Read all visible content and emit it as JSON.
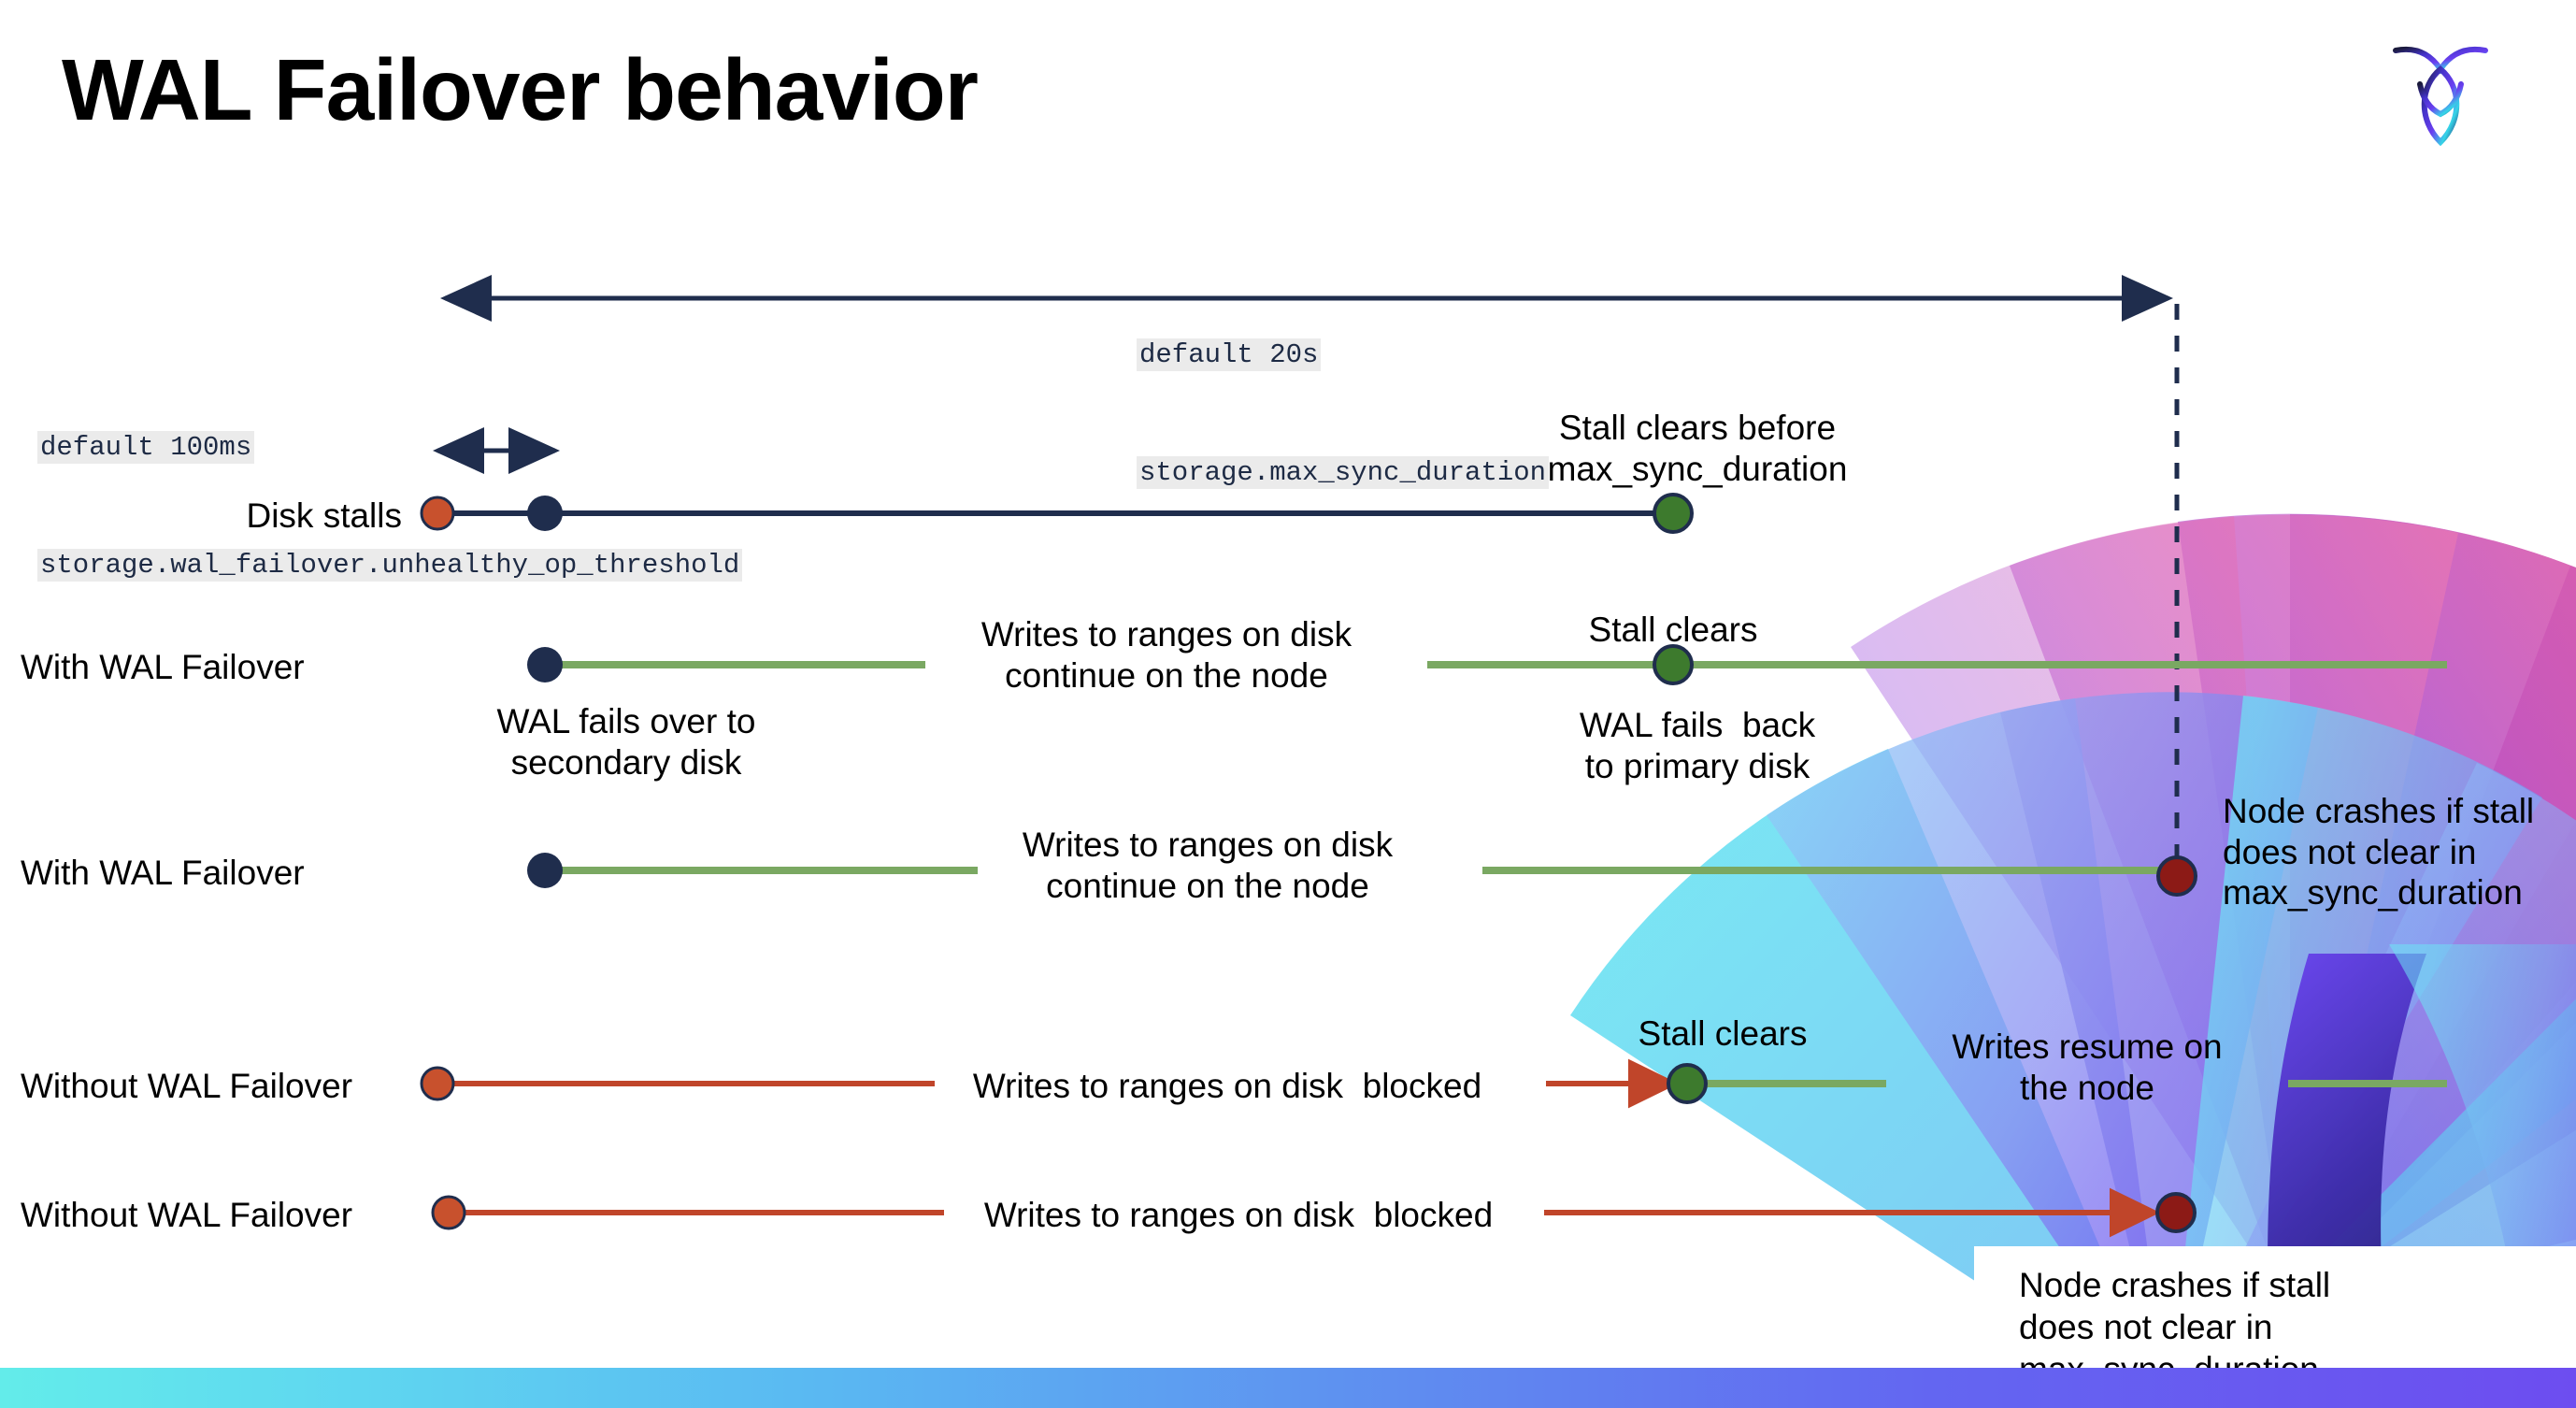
{
  "slide": {
    "title": "WAL Failover behavior",
    "logo_name": "cockroachdb-logo"
  },
  "annotations": {
    "max_sync": {
      "default": "default 20s",
      "setting": "storage.max_sync_duration"
    },
    "unhealthy_threshold": {
      "default": "default 100ms",
      "setting": "storage.wal_failover.unhealthy_op_threshold"
    }
  },
  "rows": [
    {
      "label": "Disk stalls",
      "notes": [
        "Stall clears before\nmax_sync_duration"
      ]
    },
    {
      "label": "With WAL Failover",
      "notes": [
        "WAL fails over to\nsecondary disk",
        "Writes to ranges on disk\ncontinue on the node",
        "Stall clears",
        "WAL fails  back\nto primary disk"
      ]
    },
    {
      "label": "With WAL Failover",
      "notes": [
        "Writes to ranges on disk\ncontinue on the node",
        "Node crashes if stall\ndoes not clear in\nmax_sync_duration"
      ]
    },
    {
      "label": "Without WAL Failover",
      "notes": [
        "Writes to ranges on disk  blocked",
        "Stall clears",
        "Writes resume on\nthe node"
      ]
    },
    {
      "label": "Without WAL Failover",
      "notes": [
        "Writes to ranges on disk  blocked",
        "Node crashes if stall\ndoes not clear in\nmax_sync_duration"
      ]
    }
  ],
  "colors": {
    "navy": "#1f2d4d",
    "green_line": "#7aa862",
    "green_dot": "#3d7a2d",
    "orange_dot": "#c8512d",
    "orange_line": "#c0452a",
    "dark_red_dot": "#8c1a16",
    "code_bg": "#ebebeb",
    "bar_start": "#63ecea",
    "bar_end": "#6d4df0"
  }
}
